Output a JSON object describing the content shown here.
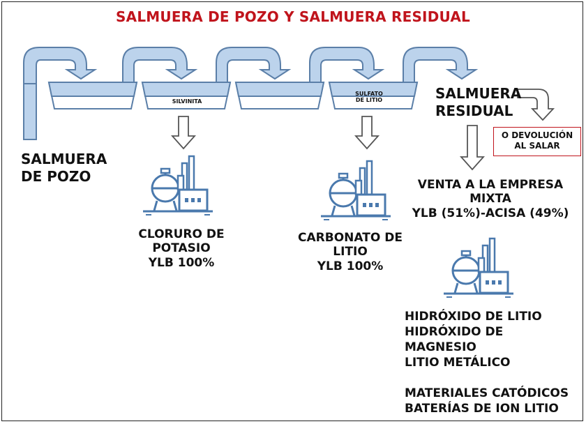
{
  "title": "SALMUERA DE POZO Y SALMUERA RESIDUAL",
  "ponds": [
    {
      "label": ""
    },
    {
      "label": "SILVINITA"
    },
    {
      "label": ""
    },
    {
      "label": "SULFATO\nDE LITIO"
    }
  ],
  "inlet_label": "SALMUERA\nDE POZO",
  "residual_label": "SALMUERA\nRESIDUAL",
  "return_label": "O DEVOLUCIÓN\nAL SALAR",
  "products": [
    {
      "text": "CLORURO DE\nPOTASIO\nYLB 100%"
    },
    {
      "text": "CARBONATO DE\nLITIO\nYLB 100%"
    }
  ],
  "sale_label": "VENTA A LA EMPRESA\nMIXTA\nYLB (51%)-ACISA (49%)",
  "derivatives": [
    "HIDRÓXIDO DE LITIO",
    "HIDRÓXIDO DE",
    "MAGNESIO",
    "LITIO METÁLICO",
    "",
    "MATERIALES CATÓDICOS",
    "BATERÍAS DE ION LITIO"
  ],
  "colors": {
    "title": "#c0141c",
    "pipe_fill": "#bcd3ec",
    "pipe_stroke": "#5b7fa8",
    "pond_fill": "#d5e5f5",
    "factory": "#4a79ad"
  }
}
